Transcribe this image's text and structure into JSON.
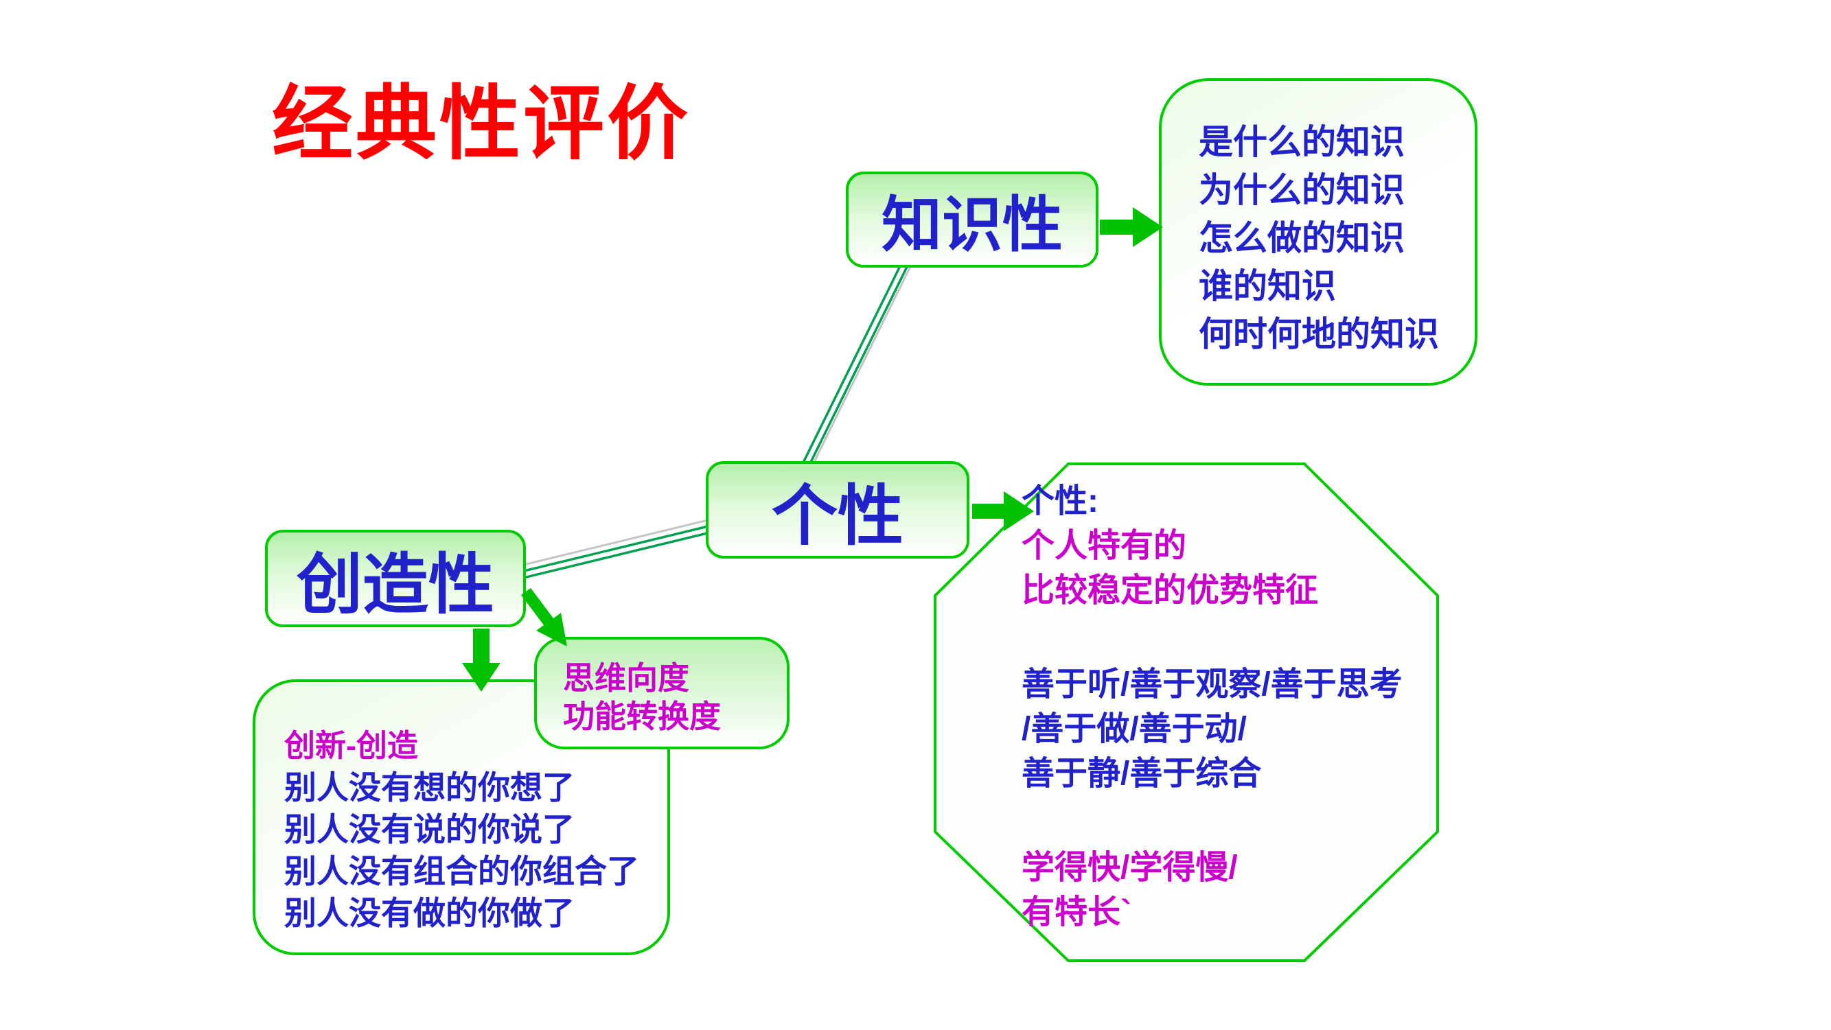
{
  "title": "经典性评价",
  "nodes": {
    "knowledge": "知识性",
    "personality": "个性",
    "creativity": "创造性"
  },
  "knowledge_box": {
    "lines": [
      "是什么的知识",
      "为什么的知识",
      "怎么做的知识",
      "谁的知识",
      "何时何地的知识"
    ]
  },
  "personality_octagon": {
    "heading": "个性:",
    "traits": [
      "个人特有的",
      "比较稳定的优势特征"
    ],
    "strengths": [
      "善于听/善于观察/善于思考",
      "/善于做/善于动/",
      "善于静/善于综合"
    ],
    "learning": [
      "学得快/学得慢/",
      "有特长`"
    ]
  },
  "thinking_box": {
    "lines": [
      "思维向度",
      "功能转换度"
    ]
  },
  "creation_box": {
    "heading": "创新-创造",
    "lines": [
      "别人没有想的你想了",
      "别人没有说的你说了",
      "别人没有组合的你组合了",
      "别人没有做的你做了"
    ]
  },
  "colors": {
    "title_red": "#ff0000",
    "text_blue": "#2222cc",
    "text_magenta": "#cc00cc",
    "border_green": "#00cc00",
    "arrow_green": "#00c000",
    "connector_green": "#00a050"
  }
}
